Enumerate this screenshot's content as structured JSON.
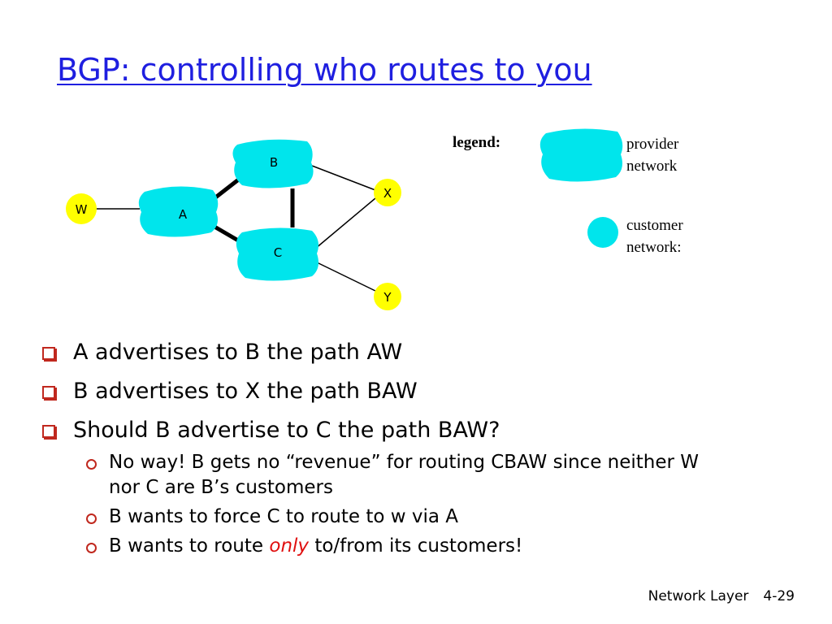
{
  "slide": {
    "title": "BGP: controlling who routes to you"
  },
  "diagram": {
    "nodes": {
      "W": "W",
      "A": "A",
      "B": "B",
      "C": "C",
      "X": "X",
      "Y": "Y"
    },
    "legend": {
      "title": "legend:",
      "provider_line1": "provider",
      "provider_line2": "network",
      "customer_line1": "customer",
      "customer_line2": "network:"
    },
    "colors": {
      "cloud": "#00e5ec",
      "customer_node": "#ffff00",
      "title": "#1f1fe0",
      "bullet_marker": "#c0281e",
      "emphasis": "#e01010"
    }
  },
  "bullets": [
    {
      "text": "A advertises to B the path AW"
    },
    {
      "text": "B advertises to X the path BAW"
    },
    {
      "text": "Should B advertise to C the path BAW?"
    }
  ],
  "sub_bullets": [
    {
      "text": "No way! B gets no “revenue” for routing CBAW since neither W nor C are B’s customers"
    },
    {
      "text": "B wants to force C to route to w via A"
    },
    {
      "before": "B wants to route ",
      "emphasis": "only",
      "after": " to/from its customers!"
    }
  ],
  "footer": {
    "section": "Network Layer",
    "page": "4-29"
  }
}
